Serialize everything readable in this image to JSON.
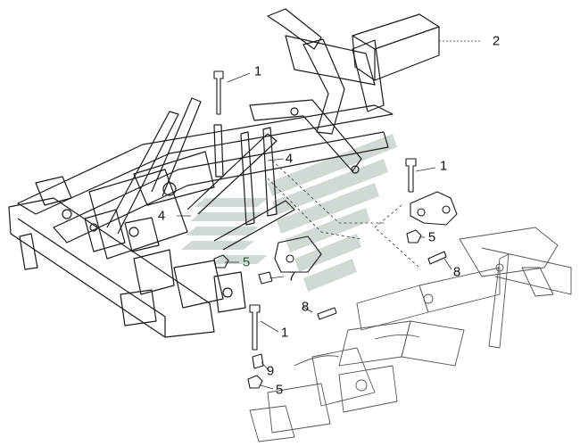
{
  "callouts": {
    "c1": "1",
    "c2": "1",
    "c3": "1",
    "c4": "2",
    "c5": "4",
    "c6": "4",
    "c7": "5",
    "c8": "5",
    "c9": "5",
    "c10": "7",
    "c11": "8",
    "c12": "8",
    "c13": "9"
  },
  "colors": {
    "line": "#1a1a1a",
    "leader": "#333333",
    "watermark": "#c9d3cc",
    "callout_text": "#111111",
    "callout_accent": "#2a5a37"
  }
}
